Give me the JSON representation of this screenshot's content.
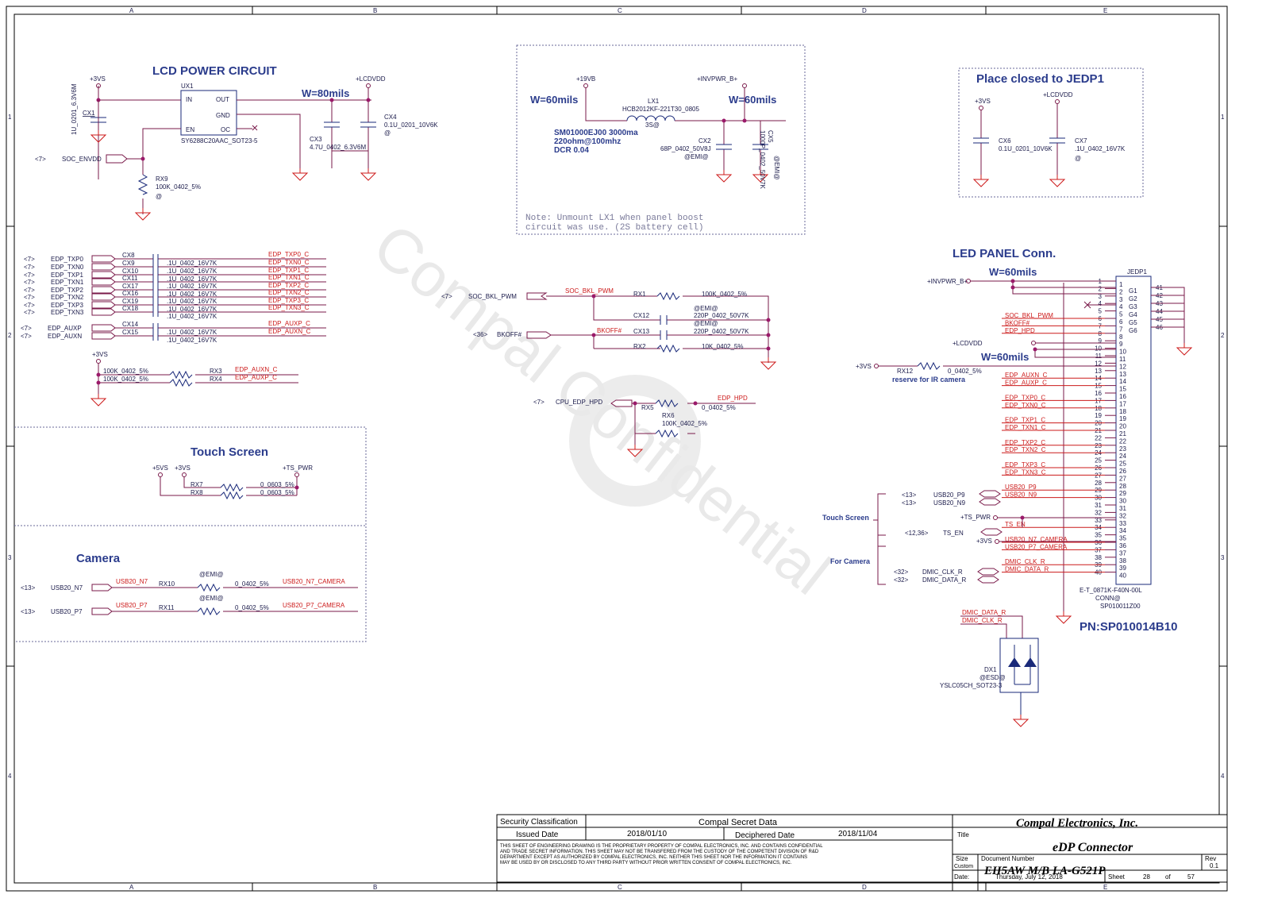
{
  "sections": {
    "lcd_power": "LCD POWER CIRCUIT",
    "place_closed": "Place closed to JEDP1",
    "led_panel": "LED PANEL Conn.",
    "touch_screen": "Touch Screen",
    "camera": "Camera",
    "pn": "PN:SP010014B10"
  },
  "border": {
    "cols": [
      "A",
      "B",
      "C",
      "D",
      "E"
    ],
    "rows": [
      "1",
      "2",
      "3",
      "4"
    ]
  },
  "lcd": {
    "v3vs": "+3VS",
    "lcdvdd": "+LCDVDD",
    "ux1": "UX1",
    "in": "IN",
    "out": "OUT",
    "gnd": "GND",
    "en": "EN",
    "oc": "OC",
    "part": "SY6288C20AAC_SOT23-5",
    "w80": "W=80mils",
    "cx1": "CX1",
    "cx1val": "1U_0201_6.3V6M",
    "cx3": "CX3",
    "cx3val": "4.7U_0402_6.3V6M",
    "cx4": "CX4",
    "cx4val": "0.1U_0201_10V6K",
    "at": "@",
    "soc_envdd_ref": "<7>",
    "soc_envdd": "SOC_ENVDD",
    "rx9": "RX9",
    "rx9val": "100K_0402_5%"
  },
  "boost": {
    "v19vb": "+19VB",
    "invpwr": "+INVPWR_B+",
    "w60a": "W=60mils",
    "w60b": "W=60mils",
    "lx1": "LX1",
    "lx1val": "HCB2012KF-221T30_0805",
    "ss": "3S@",
    "sm": "SM01000EJ00 3000ma",
    "imp": "220ohm@100mhz",
    "dcr": "DCR 0.04",
    "cx2": "CX2",
    "cx2val": "68P_0402_50V8J",
    "emi": "@EMI@",
    "cx5": "CX5",
    "cx5val": "1000P_0402_50V7K",
    "cx5emi": "@EMI@",
    "note1": "Note: Unmount LX1 when panel boost",
    "note2": "circuit was use. (2S battery cell)"
  },
  "place": {
    "v3vs": "+3VS",
    "lcdvdd": "+LCDVDD",
    "cx6": "CX6",
    "cx6val": "0.1U_0201_10V6K",
    "cx7": "CX7",
    "cx7val": ".1U_0402_16V7K",
    "at": "@"
  },
  "edp": {
    "rows": [
      {
        "ref": "<7>",
        "name": "EDP_TXP0",
        "cap": "CX8",
        "val": ".1U_0402_16V7K",
        "out": "EDP_TXP0_C"
      },
      {
        "ref": "<7>",
        "name": "EDP_TXN0",
        "cap": "CX9",
        "val": ".1U_0402_16V7K",
        "out": "EDP_TXN0_C"
      },
      {
        "ref": "<7>",
        "name": "EDP_TXP1",
        "cap": "CX10",
        "val": ".1U_0402_16V7K",
        "out": "EDP_TXP1_C"
      },
      {
        "ref": "<7>",
        "name": "EDP_TXN1",
        "cap": "CX11",
        "val": ".1U_0402_16V7K",
        "out": "EDP_TXN1_C"
      },
      {
        "ref": "<7>",
        "name": "EDP_TXP2",
        "cap": "CX17",
        "val": ".1U_0402_16V7K",
        "out": "EDP_TXP2_C"
      },
      {
        "ref": "<7>",
        "name": "EDP_TXN2",
        "cap": "CX16",
        "val": ".1U_0402_16V7K",
        "out": "EDP_TXN2_C"
      },
      {
        "ref": "<7>",
        "name": "EDP_TXP3",
        "cap": "CX19",
        "val": ".1U_0402_16V7K",
        "out": "EDP_TXP3_C"
      },
      {
        "ref": "<7>",
        "name": "EDP_TXN3",
        "cap": "CX18",
        "val": ".1U_0402_16V7K",
        "out": "EDP_TXN3_C"
      }
    ],
    "aux": [
      {
        "ref": "<7>",
        "name": "EDP_AUXP",
        "cap": "CX14",
        "val": ".1U_0402_16V7K",
        "out": "EDP_AUXP_C"
      },
      {
        "ref": "<7>",
        "name": "EDP_AUXN",
        "cap": "CX15",
        "val": ".1U_0402_16V7K",
        "out": "EDP_AUXN_C"
      }
    ],
    "pull": {
      "v3vs": "+3VS",
      "r1": "RX3",
      "r1val": "100K_0402_5%",
      "r1net": "EDP_AUXN_C",
      "r2": "RX4",
      "r2val": "100K_0402_5%",
      "r2net": "EDP_AUXP_C"
    }
  },
  "bkl": {
    "pwm_ref": "<7>",
    "pwm": "SOC_BKL_PWM",
    "pwm_net": "SOC_BKL_PWM",
    "rx1": "RX1",
    "rx1val": "100K_0402_5%",
    "cx12": "CX12",
    "cx12val": "220P_0402_50V7K",
    "cx12emi": "@EMI@",
    "bk_ref": "<36>",
    "bk": "BKOFF#",
    "bk_net": "BKOFF#",
    "cx13": "CX13",
    "cx13val": "220P_0402_50V7K",
    "cx13emi": "@EMI@",
    "rx2": "RX2",
    "rx2val": "10K_0402_5%",
    "hpd_ref": "<7>",
    "hpd": "CPU_EDP_HPD",
    "rx5": "RX5",
    "rx5val": "0_0402_5%",
    "hpd_net": "EDP_HPD",
    "rx6": "RX6",
    "rx6val": "100K_0402_5%"
  },
  "touch": {
    "v5vs": "+5VS",
    "v3vs": "+3VS",
    "tspwr": "+TS_PWR",
    "rx7": "RX7",
    "rx7val": "0_0603_5%",
    "rx8": "RX8",
    "rx8val": "0_0603_5%"
  },
  "camera": {
    "row1": {
      "ref": "<13>",
      "name": "USB20_N7",
      "net": "USB20_N7",
      "res": "RX10",
      "emi": "@EMI@",
      "val": "0_0402_5%",
      "out": "USB20_N7_CAMERA"
    },
    "row2": {
      "ref": "<13>",
      "name": "USB20_P7",
      "net": "USB20_P7",
      "res": "RX11",
      "emi": "@EMI@",
      "val": "0_0402_5%",
      "out": "USB20_P7_CAMERA"
    }
  },
  "conn": {
    "jedp": "JEDP1",
    "invpwr": "+INVPWR_B+",
    "w60a": "W=60mils",
    "w60b": "W=60mils",
    "lcdvdd": "+LCDVDD",
    "v3vs": "+3VS",
    "rx12": "RX12",
    "rx12val": "0_0402_5%",
    "ir": "reserve for IR camera",
    "pins": [
      "1",
      "2",
      "3",
      "4",
      "5",
      "6",
      "7",
      "8",
      "9",
      "10",
      "11",
      "12",
      "13",
      "14",
      "15",
      "16",
      "17",
      "18",
      "19",
      "20",
      "21",
      "22",
      "23",
      "24",
      "25",
      "26",
      "27",
      "28",
      "29",
      "30",
      "31",
      "32",
      "33",
      "34",
      "35",
      "36",
      "37",
      "38",
      "39",
      "40"
    ],
    "gpins": [
      "41",
      "42",
      "43",
      "44",
      "45",
      "46"
    ],
    "gnames": [
      "G1",
      "G2",
      "G3",
      "G4",
      "G5",
      "G6"
    ],
    "nets": {
      "n6": "SOC_BKL_PWM",
      "n7": "BKOFF#",
      "n8": "EDP_HPD",
      "n14": "EDP_AUXN_C",
      "n15": "EDP_AUXP_C",
      "n17": "EDP_TXP0_C",
      "n18": "EDP_TXN0_C",
      "n20": "EDP_TXP1_C",
      "n21": "EDP_TXN1_C",
      "n23": "EDP_TXP2_C",
      "n24": "EDP_TXN2_C",
      "n26": "EDP_TXP3_C",
      "n27": "EDP_TXN3_C",
      "n29": "USB20_P9",
      "n30": "USB20_N9",
      "n34": "TS_EN",
      "n36": "USB20_N7_CAMERA",
      "n37": "USB20_P7_CAMERA",
      "n39": "DMIC_CLK_R",
      "n40": "DMIC_DATA_R"
    },
    "ext": {
      "usbp9_ref": "<13>",
      "usbp9": "USB20_P9",
      "usbn9_ref": "<13>",
      "usbn9": "USB20_N9",
      "tspwr": "+TS_PWR",
      "tsen_ref": "<12,36>",
      "tsen": "TS_EN",
      "v3vs": "+3VS",
      "dmclk_ref": "<32>",
      "dmclk": "DMIC_CLK_R",
      "dmdat_ref": "<32>",
      "dmdat": "DMIC_DATA_R",
      "touch": "Touch Screen",
      "forcam": "For Camera"
    },
    "part": "E-T_0871K-F40N-00L",
    "conn": "CONN@",
    "pn": "SP010011Z00"
  },
  "esd": {
    "n1": "DMIC_DATA_R",
    "n2": "DMIC_CLK_R",
    "dx1": "DX1",
    "esd": "@ESD@",
    "part": "YSLC05CH_SOT23-3"
  },
  "titleblock": {
    "sec_label": "Security Classification",
    "sec_value": "Compal Secret Data",
    "issued_label": "Issued Date",
    "issued": "2018/01/10",
    "deciph_label": "Deciphered Date",
    "deciph": "2018/11/04",
    "company": "Compal Electronics, Inc.",
    "title_label": "Title",
    "title": "eDP Connector",
    "size_label": "Size",
    "size": "Custom",
    "docnum_label": "Document Number",
    "docnum": "EH5AW M/B LA-G521P",
    "rev_label": "Rev",
    "rev": "0.1",
    "date_label": "Date:",
    "date": "Thursday, July 12, 2018",
    "sheet_label": "Sheet",
    "sheet": "28",
    "of": "of",
    "total": "57",
    "legal1": "THIS SHEET OF ENGINEERING DRAWING IS THE PROPRIETARY PROPERTY OF COMPAL ELECTRONICS, INC. AND CONTAINS CONFIDENTIAL",
    "legal2": "AND TRADE SECRET INFORMATION. THIS SHEET MAY NOT BE TRANSFERED FROM THE CUSTODY OF THE COMPETENT DIVISION OF R&D",
    "legal3": "DEPARTMENT EXCEPT AS AUTHORIZED BY COMPAL ELECTRONICS, INC. NEITHER THIS SHEET NOR THE INFORMATION IT CONTAINS",
    "legal4": "MAY BE USED BY OR DISCLOSED TO ANY THIRD PARTY WITHOUT PRIOR WRITTEN CONSENT OF COMPAL ELECTRONICS, INC."
  },
  "watermark": "Compal Confidential"
}
